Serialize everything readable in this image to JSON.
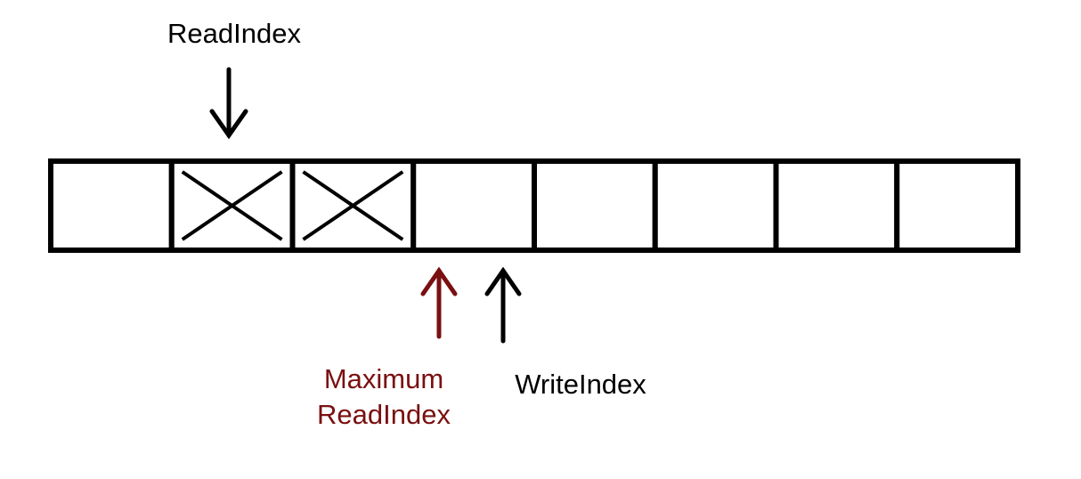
{
  "labels": {
    "read_index": "ReadIndex",
    "maximum_read_index_line1": "Maximum",
    "maximum_read_index_line2": "ReadIndex",
    "write_index": "WriteIndex"
  },
  "buffer": {
    "slot_count": 8,
    "slots": [
      {
        "occupied": false
      },
      {
        "occupied": true
      },
      {
        "occupied": true
      },
      {
        "occupied": false
      },
      {
        "occupied": false
      },
      {
        "occupied": false
      },
      {
        "occupied": false
      },
      {
        "occupied": false
      }
    ]
  },
  "colors": {
    "stroke": "#000000",
    "maximum_read_index": "#7a1010",
    "background": "#ffffff"
  }
}
